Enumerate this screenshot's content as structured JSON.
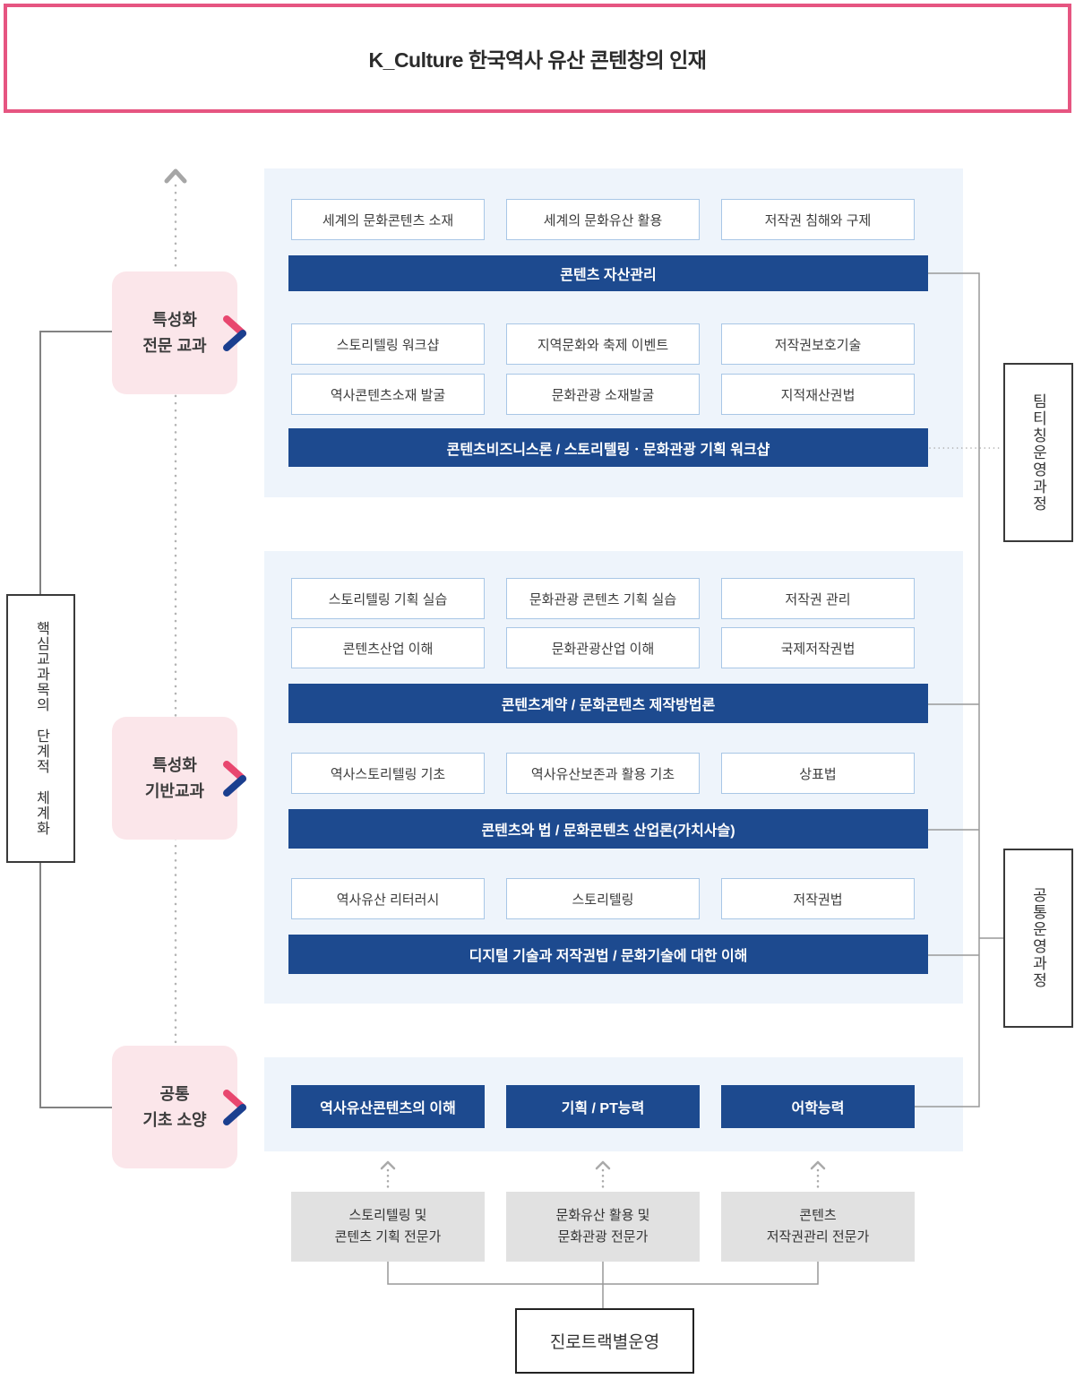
{
  "title": "K_Culture 한국역사 유산 콘텐창의 인재",
  "left_axis": {
    "label": "핵심교과목의 단계적 체계화"
  },
  "levels": [
    {
      "label": "특성화\n전문 교과"
    },
    {
      "label": "특성화\n기반교과"
    },
    {
      "label": "공통\n기초 소양"
    }
  ],
  "right_labels": {
    "team_teaching": "팀티칭운영과정",
    "common_operation": "공통운영과정"
  },
  "specialized_advanced": {
    "courses_row1": [
      "세계의 문화콘텐츠 소재",
      "세계의 문화유산 활용",
      "저작권 침해와 구제"
    ],
    "core_bar1": "콘텐츠 자산관리",
    "courses_row2": [
      "스토리텔링 워크샵",
      "지역문화와 축제 이벤트",
      "저작권보호기술"
    ],
    "courses_row3": [
      "역사콘텐츠소재 발굴",
      "문화관광 소재발굴",
      "지적재산권법"
    ],
    "core_bar2": "콘텐츠비즈니스론 / 스토리텔링ㆍ문화관광 기획 워크샵"
  },
  "specialized_basic": {
    "courses_row1": [
      "스토리텔링 기획 실습",
      "문화관광 콘텐츠 기획 실습",
      "저작권 관리"
    ],
    "courses_row2": [
      "콘텐츠산업 이해",
      "문화관광산업 이해",
      "국제저작권법"
    ],
    "core_bar1": "콘텐츠계약 / 문화콘텐츠 제작방법론",
    "courses_row3": [
      "역사스토리텔링 기초",
      "역사유산보존과 활용 기초",
      "상표법"
    ],
    "core_bar2": "콘텐츠와 법 / 문화콘텐츠 산업론(가치사슬)",
    "courses_row4": [
      "역사유산 리터러시",
      "스토리텔링",
      "저작권법"
    ],
    "core_bar3": "디지털 기술과 저작권법 / 문화기술에 대한 이해"
  },
  "common_basic": {
    "competencies": [
      "역사유산콘텐츠의 이해",
      "기획 / PT능력",
      "어학능력"
    ]
  },
  "careers": [
    {
      "label": "스토리텔링 및\n콘텐츠 기획 전문가"
    },
    {
      "label": "문화유산 활용 및\n문화관광 전문가"
    },
    {
      "label": "콘텐츠\n저작권관리 전문가"
    }
  ],
  "track_label": "진로트랙별운영",
  "colors": {
    "accent_pink": "#e65581",
    "bar_blue": "#1d4a8f",
    "panel_blue": "#eef4fb",
    "course_border_blue": "#a9c7e6",
    "level_pink_bg": "#fbe6ea",
    "career_gray_bg": "#e1e1e1",
    "chevron_pink": "#e8476f",
    "chevron_navy": "#1b3f8f",
    "line_gray": "#999999"
  }
}
